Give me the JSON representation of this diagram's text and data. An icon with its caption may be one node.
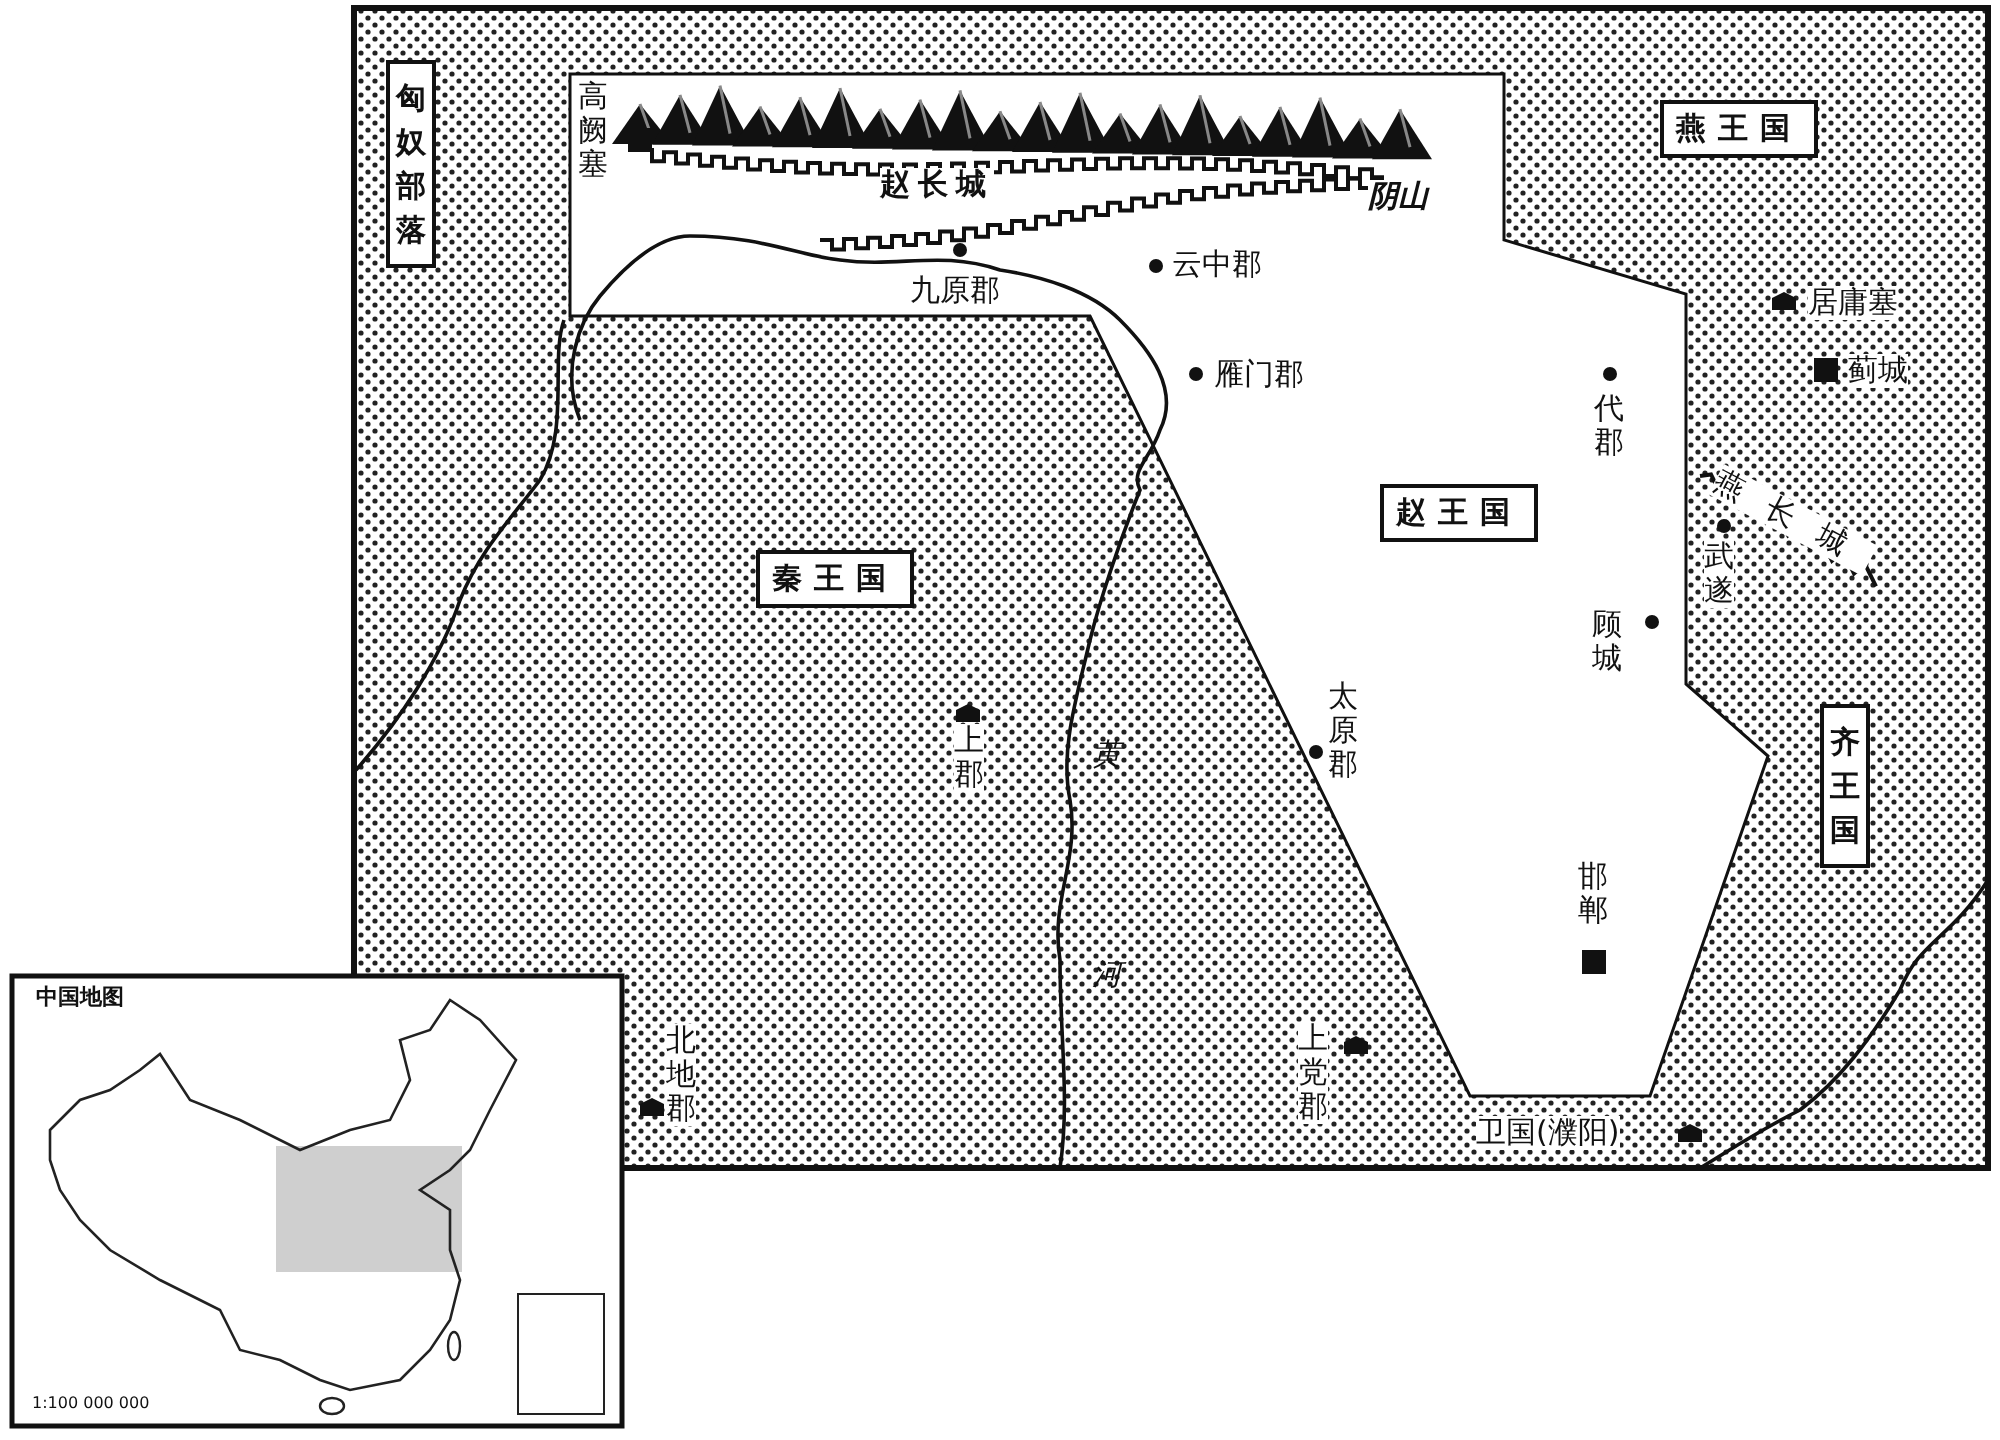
{
  "diagram": {
    "nodes": [
      {
        "text": [
          "匈奴部落"
        ]
      },
      {
        "text": [
          "燕王国"
        ]
      },
      {
        "text": [
          "赵王国"
        ]
      },
      {
        "text": [
          "秦王国"
        ]
      },
      {
        "text": [
          "齐王国"
        ]
      }
    ],
    "labels": [
      "高阙塞",
      "赵长城",
      "阴山",
      "云中郡",
      "九原郡",
      "居庸塞",
      "雁门郡",
      "蓟城",
      "代郡",
      "燕长城",
      "武遂",
      "顾城",
      "太原郡",
      "上郡",
      "黄河",
      "邯郸",
      "北地郡",
      "上党郡",
      "卫国(濮阳)",
      "中国地图",
      "1:100 000 000"
    ]
  }
}
